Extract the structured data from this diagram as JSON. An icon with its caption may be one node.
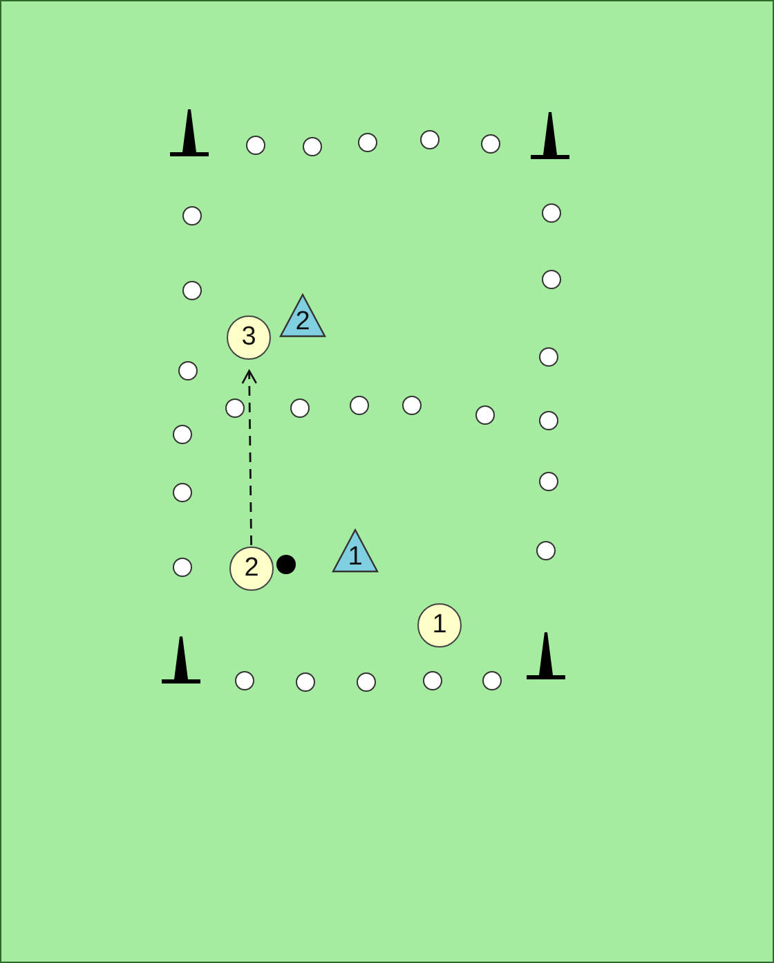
{
  "diagram": {
    "nodes": [
      {
        "text": [
          "2"
        ]
      },
      {
        "text": [
          "3"
        ]
      },
      {
        "text": [
          "1"
        ]
      },
      {
        "text": [
          "2"
        ]
      },
      {
        "text": [
          "1"
        ]
      }
    ],
    "edges": [
      {
        "from": 3,
        "to": 1,
        "arrow": "to",
        "style": "dashed"
      }
    ]
  }
}
